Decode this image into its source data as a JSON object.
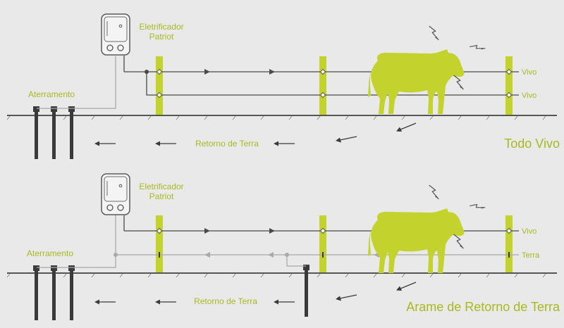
{
  "colors": {
    "background": "#e9e9ea",
    "accent": "#c3d22d",
    "accent_text": "#a8b91e",
    "live_wire": "#4a4a4a",
    "ground_wire": "#a9a9a9",
    "rod": "#3a3a3a"
  },
  "panels": [
    {
      "energizer_label_line1": "Eletrificador",
      "energizer_label_line2": "Patriot",
      "grounding_label": "Aterramento",
      "return_label": "Retorno de Terra",
      "wire_label_top": "Vivo",
      "wire_label_bottom": "Vivo",
      "system_title": "Todo Vivo"
    },
    {
      "energizer_label_line1": "Eletrificador",
      "energizer_label_line2": "Patriot",
      "grounding_label": "Aterramento",
      "return_label": "Retorno de Terra",
      "wire_label_top": "Vivo",
      "wire_label_bottom": "Terra",
      "system_title": "Arame de Retorno de Terra"
    }
  ]
}
